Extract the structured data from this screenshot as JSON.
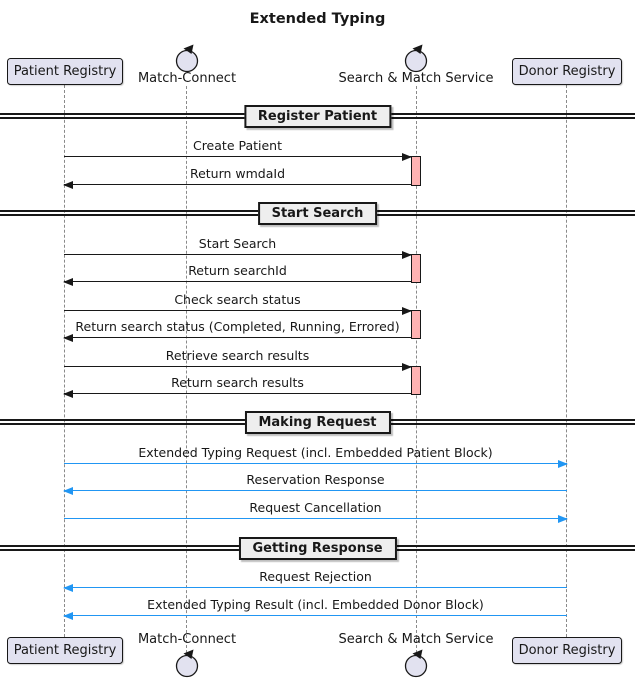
{
  "diagram": {
    "title": "Extended Typing",
    "kind": "uml-sequence-diagram"
  },
  "participants": [
    {
      "name": "Patient Registry",
      "kind": "participant-box"
    },
    {
      "name": "Match-Connect",
      "kind": "control"
    },
    {
      "name": "Search & Match Service",
      "kind": "control"
    },
    {
      "name": "Donor Registry",
      "kind": "participant-box"
    }
  ],
  "dividers": [
    {
      "label": "Register Patient"
    },
    {
      "label": "Start Search"
    },
    {
      "label": "Making Request"
    },
    {
      "label": "Getting Response"
    }
  ],
  "messages": [
    {
      "label": "Create Patient",
      "from": "Patient Registry",
      "to": "Search & Match Service",
      "direction": "right",
      "color": "black"
    },
    {
      "label": "Return wmdaId",
      "from": "Search & Match Service",
      "to": "Patient Registry",
      "direction": "left",
      "color": "black"
    },
    {
      "label": "Start Search",
      "from": "Patient Registry",
      "to": "Search & Match Service",
      "direction": "right",
      "color": "black"
    },
    {
      "label": "Return searchId",
      "from": "Search & Match Service",
      "to": "Patient Registry",
      "direction": "left",
      "color": "black"
    },
    {
      "label": "Check search status",
      "from": "Patient Registry",
      "to": "Search & Match Service",
      "direction": "right",
      "color": "black"
    },
    {
      "label": "Return search status (Completed, Running, Errored)",
      "from": "Search & Match Service",
      "to": "Patient Registry",
      "direction": "left",
      "color": "black"
    },
    {
      "label": "Retrieve search results",
      "from": "Patient Registry",
      "to": "Search & Match Service",
      "direction": "right",
      "color": "black"
    },
    {
      "label": "Return search results",
      "from": "Search & Match Service",
      "to": "Patient Registry",
      "direction": "left",
      "color": "black"
    },
    {
      "label": "Extended Typing Request (incl. Embedded Patient Block)",
      "from": "Patient Registry",
      "to": "Donor Registry",
      "direction": "right",
      "color": "blue"
    },
    {
      "label": "Reservation Response",
      "from": "Donor Registry",
      "to": "Patient Registry",
      "direction": "left",
      "color": "blue"
    },
    {
      "label": "Request Cancellation",
      "from": "Patient Registry",
      "to": "Donor Registry",
      "direction": "right",
      "color": "blue"
    },
    {
      "label": "Request Rejection",
      "from": "Donor Registry",
      "to": "Patient Registry",
      "direction": "left",
      "color": "blue"
    },
    {
      "label": "Extended Typing Result (incl. Embedded Donor Block)",
      "from": "Donor Registry",
      "to": "Patient Registry",
      "direction": "left",
      "color": "blue"
    }
  ],
  "activations": [
    {
      "lifeline": "Search & Match Service"
    },
    {
      "lifeline": "Search & Match Service"
    },
    {
      "lifeline": "Search & Match Service"
    },
    {
      "lifeline": "Search & Match Service"
    }
  ],
  "colors": {
    "participant_fill": "#E2E2F0",
    "participant_border": "#181818",
    "activation_fill": "#FFB3B3",
    "divider_fill": "#EEEEEE",
    "message_black": "#181818",
    "message_blue": "#2196F3",
    "lifeline": "#8A8A8A"
  }
}
